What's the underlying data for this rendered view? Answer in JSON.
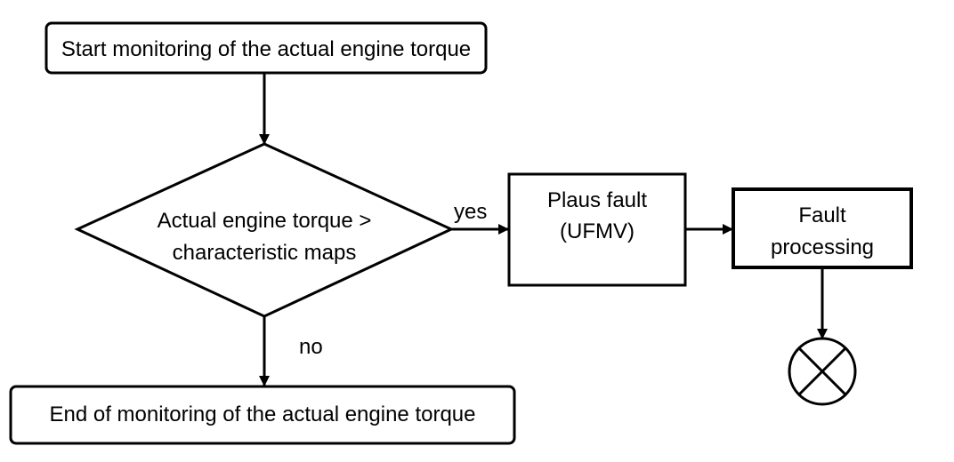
{
  "diagram": {
    "nodes": {
      "start": {
        "label": "Start monitoring of the actual engine torque"
      },
      "decision": {
        "lines": [
          "Actual engine torque >",
          "characteristic maps"
        ]
      },
      "plaus_fault": {
        "lines": [
          "Plaus fault",
          "(UFMV)"
        ]
      },
      "fault_processing": {
        "lines": [
          "Fault",
          "processing"
        ]
      },
      "end": {
        "label": "End of monitoring of the actual engine torque"
      },
      "terminator": {
        "icon": "crossed-circle-icon"
      }
    },
    "edges": {
      "yes_label": "yes",
      "no_label": "no"
    },
    "colors": {
      "stroke": "#000000",
      "background": "#ffffff"
    }
  }
}
